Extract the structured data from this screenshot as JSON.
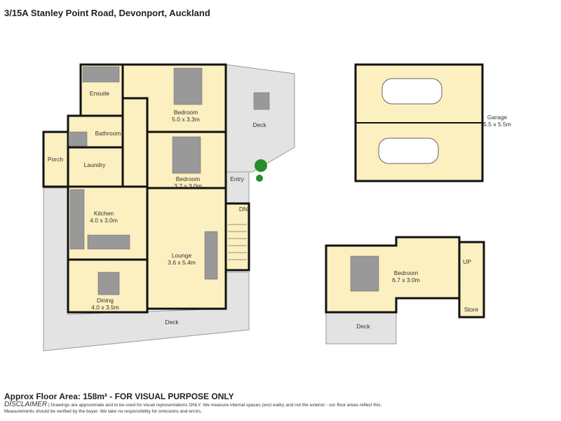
{
  "title": "3/15A Stanley Point Road, Devonport, Auckland",
  "rooms": {
    "ensuite": "Ensuite",
    "bedroom1": {
      "name": "Bedroom",
      "size": "5.0 x 3.3m"
    },
    "bathroom": "Bathroom",
    "porch": "Porch",
    "laundry": "Laundry",
    "bedroom2": {
      "name": "Bedroom",
      "size": "3.7 x 3.0m"
    },
    "entry": "Entry",
    "stairs_down": "DN",
    "kitchen": {
      "name": "Kitchen",
      "size": "4.0 x 3.0m"
    },
    "lounge": {
      "name": "Lounge",
      "size": "3.6 x 5.4m"
    },
    "dining": {
      "name": "Dining",
      "size": "4.0 x 3.5m"
    },
    "deck_top": "Deck",
    "deck_bottom": "Deck",
    "garage": {
      "name": "Garage",
      "size": "5.5 x 5.5m"
    },
    "bedroom3": {
      "name": "Bedroom",
      "size": "6.7 x 3.0m"
    },
    "stairs_up": "UP",
    "store": "Store",
    "deck_upper": "Deck"
  },
  "footer": {
    "area": "Approx Floor Area: 158m² - FOR VISUAL PURPOSE ONLY",
    "disclaimer_label": "DISCLAIMER",
    "disclaimer_text": "| Drawings are approximate and to be used for visual representations ONLY. We measure internal spaces (excl walls) and not the exterior - our floor areas reflect this. Measurements should be verified by the buyer. We take no responsibility for omissions and errors."
  }
}
